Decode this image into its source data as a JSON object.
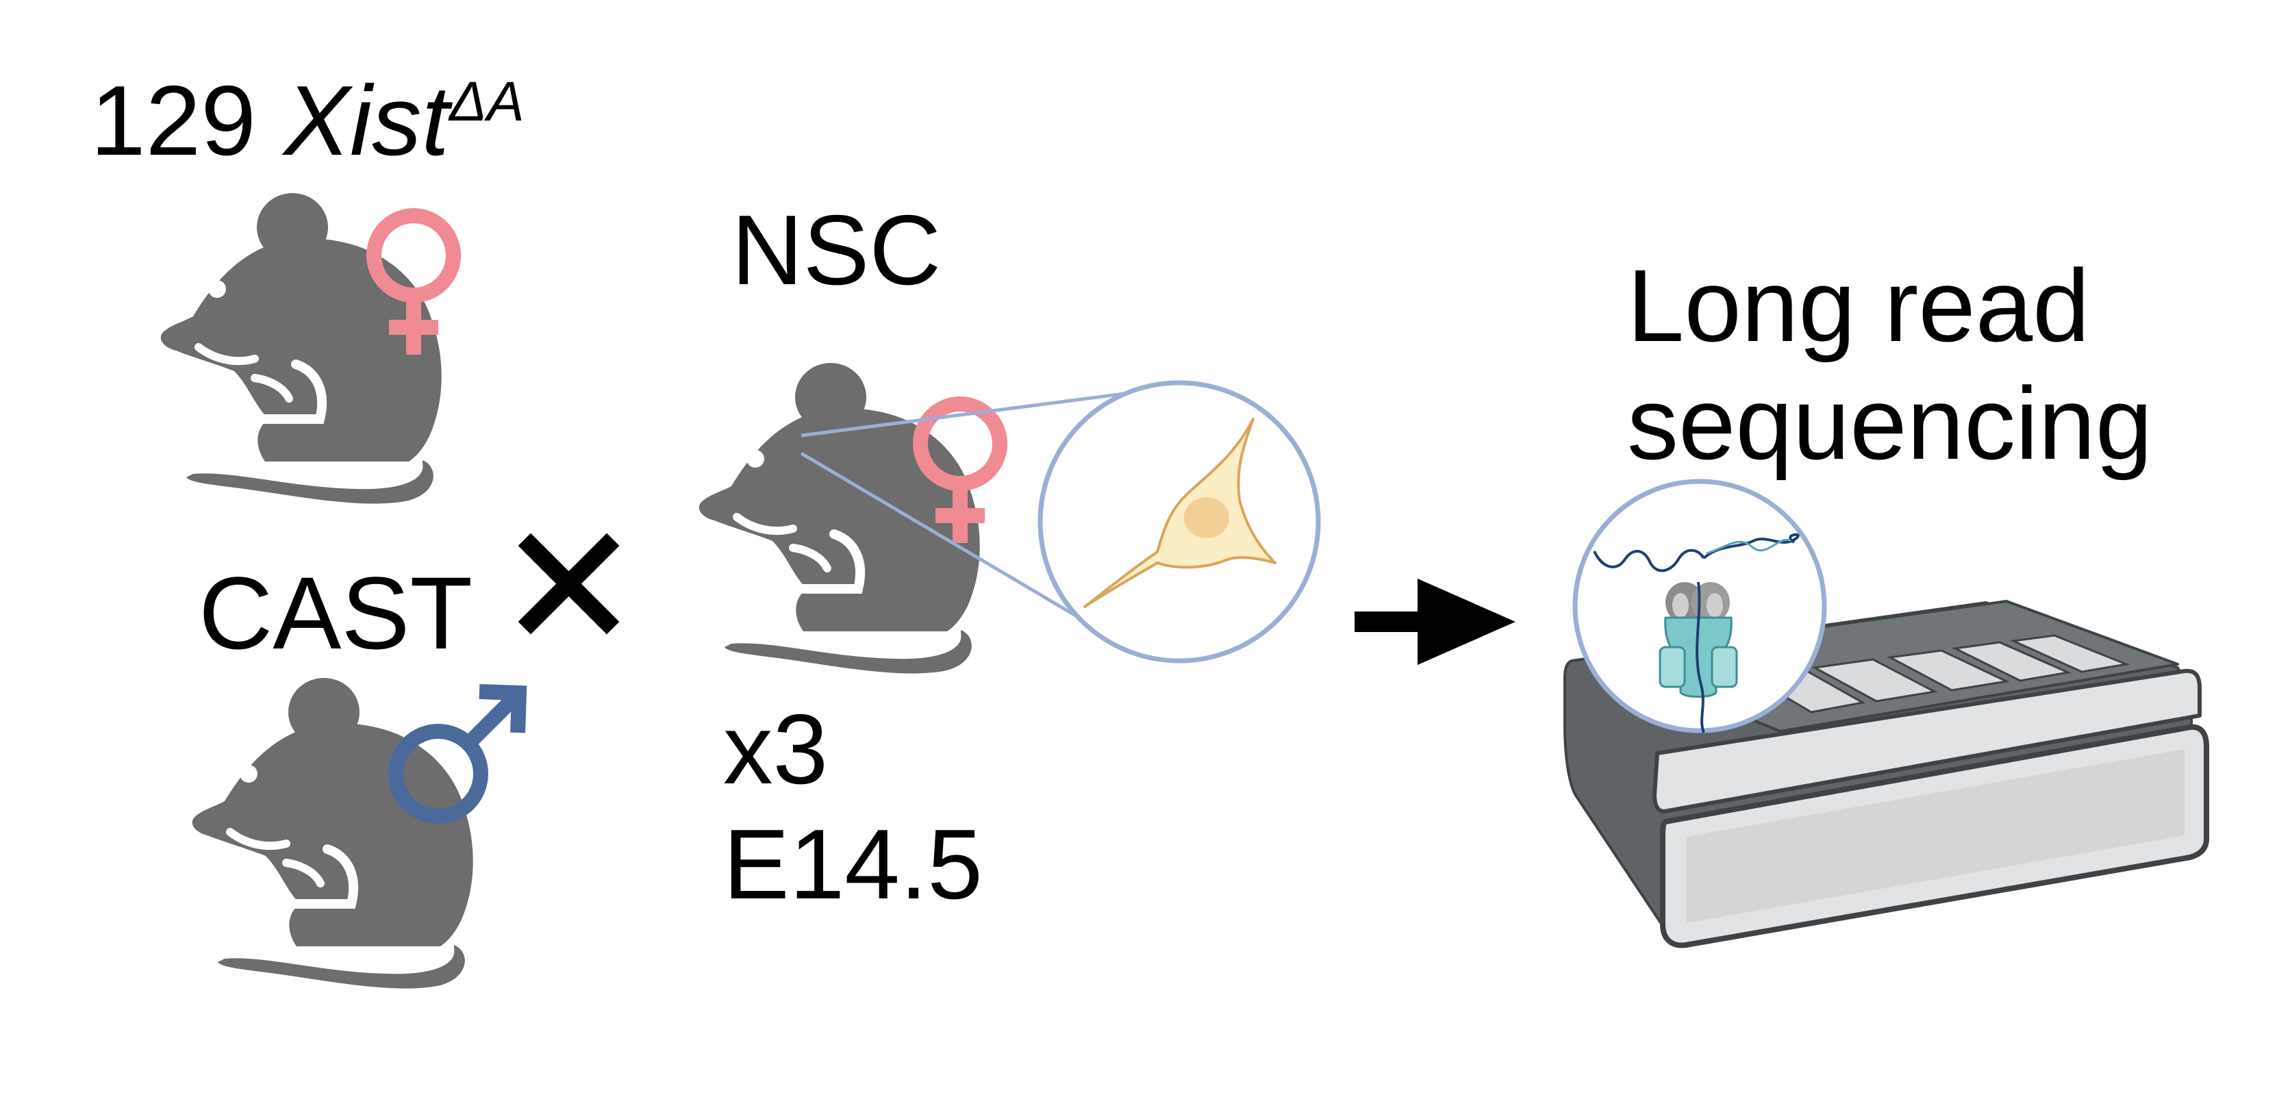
{
  "labels": {
    "parent_female": {
      "strain": "129",
      "gene": "Xist",
      "allele": "ΔA"
    },
    "parent_male": "CAST",
    "offspring": "NSC",
    "replicates": "x3",
    "stage": "E14.5",
    "method_line1": "Long read",
    "method_line2": "sequencing"
  },
  "icons": {
    "female_parent_mouse": "mouse-icon",
    "male_parent_mouse": "mouse-icon",
    "offspring_mouse": "mouse-icon",
    "female_symbol": "female-symbol-icon",
    "male_symbol": "male-symbol-icon",
    "cross": "cross-icon",
    "cell_zoom": "neural-stem-cell-icon",
    "arrow": "arrow-right-icon",
    "nanopore_zoom": "nanopore-protein-icon",
    "sequencer": "sequencer-device-icon"
  },
  "colors": {
    "mouse": "#6d6d6d",
    "female": "#f08a93",
    "male": "#4a6a9c",
    "zoom_circle": "#9aaed6",
    "cell_fill": "#fbedc4",
    "cell_nucleus": "#f2cf95",
    "pore": "#7cc7c9",
    "sequencer_body": "#5e6365",
    "text": "#000000"
  }
}
